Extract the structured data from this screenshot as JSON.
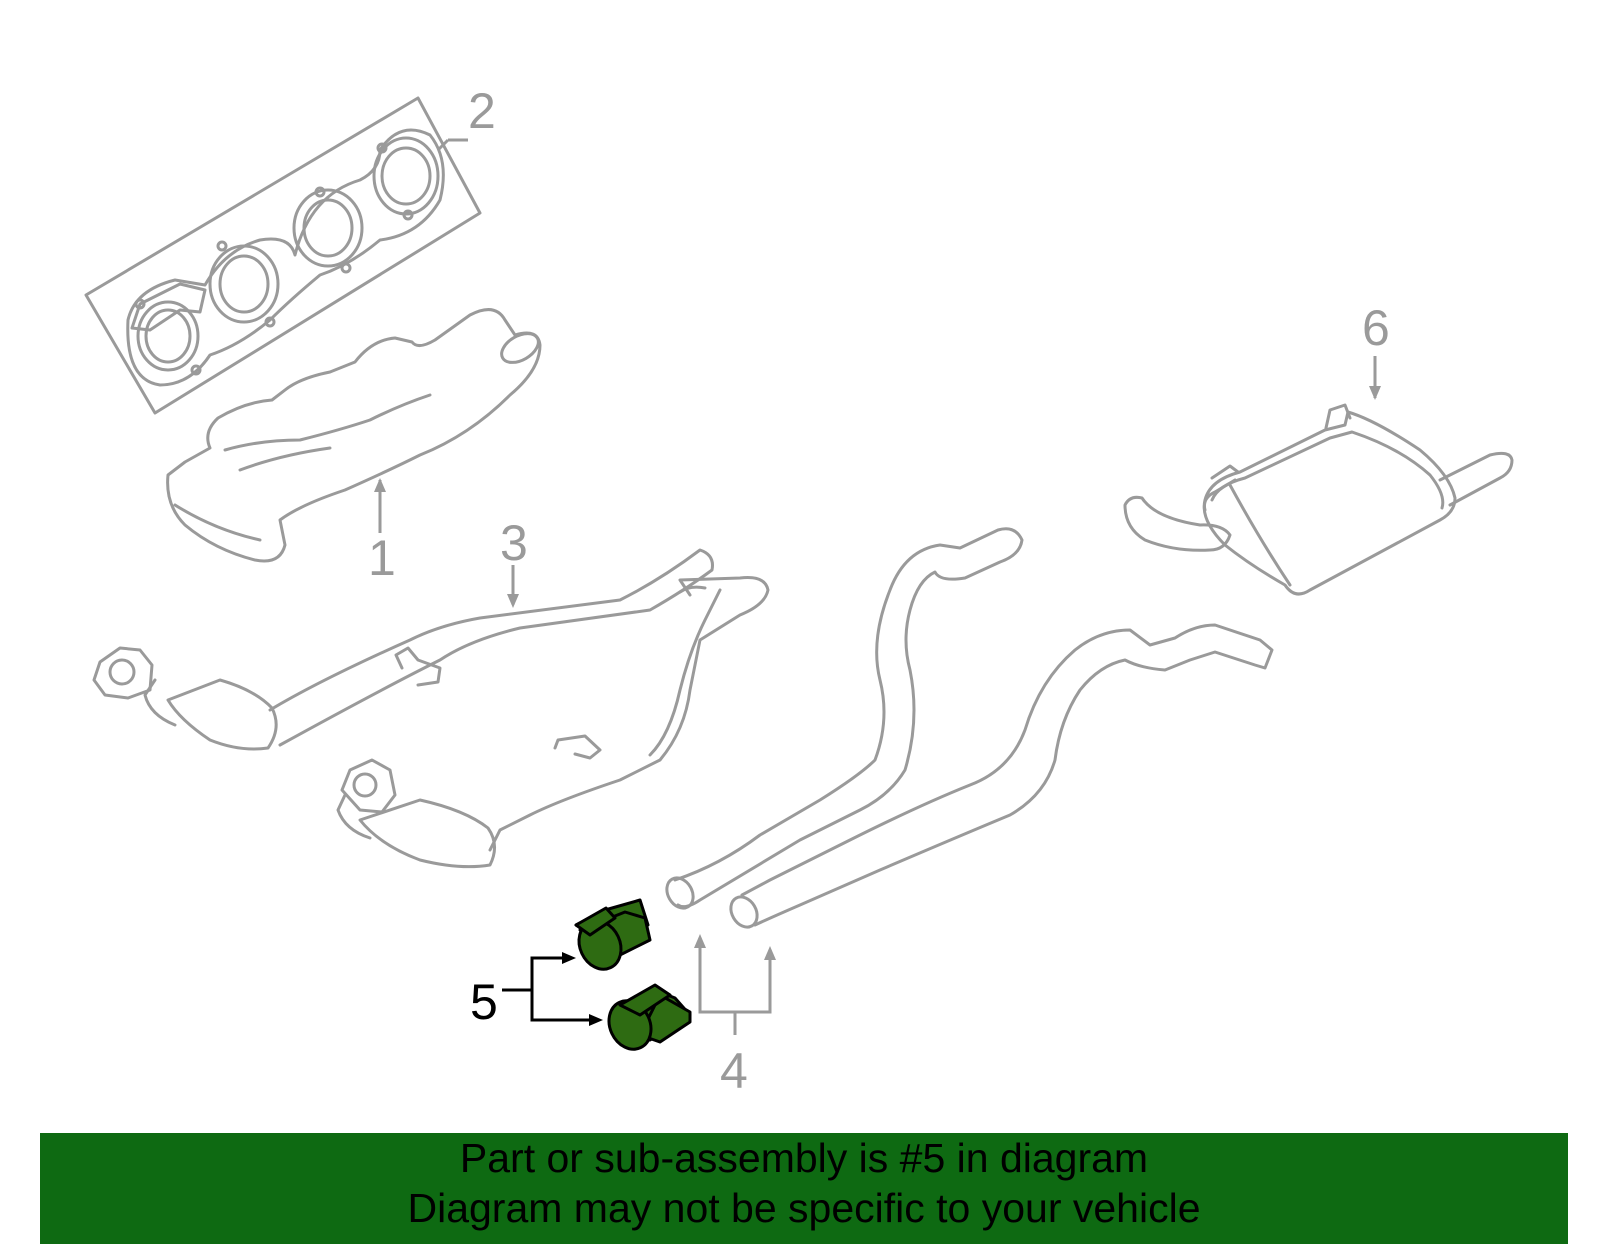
{
  "callouts": {
    "c1": "1",
    "c2": "2",
    "c3": "3",
    "c4": "4",
    "c5": "5",
    "c6": "6"
  },
  "highlight_part": "5",
  "colors": {
    "part_line": "#9a9a9a",
    "highlight_fill": "#2e6b12",
    "banner_bg": "#0e6a12"
  },
  "banner": {
    "line1": "Part or sub-assembly is #5 in diagram",
    "line2": "Diagram may not be specific to your vehicle"
  }
}
